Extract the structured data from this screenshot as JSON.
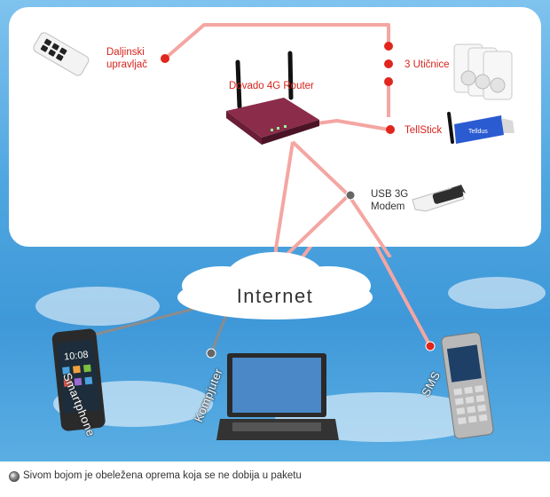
{
  "labels": {
    "remote": [
      "Daljinski",
      "upravljač"
    ],
    "router": "Dovado 4G Router",
    "sockets": "3 Utičnice",
    "tellstick": "TellStick",
    "modem": [
      "USB 3G",
      "Modem"
    ],
    "internet": "Internet",
    "smartphone": "Smartphone",
    "computer": "Kompjuter",
    "sms": "SMS"
  },
  "device_text": {
    "tellstick_brand": "Telldus",
    "phone_time": "10:08"
  },
  "legend": "Sivom bojom je obeležena oprema koja se ne dobija u paketu",
  "colors": {
    "included": "#d8231c",
    "not_included": "#777777",
    "sky": "#4ea6e0",
    "router": "#8a2c4a"
  }
}
